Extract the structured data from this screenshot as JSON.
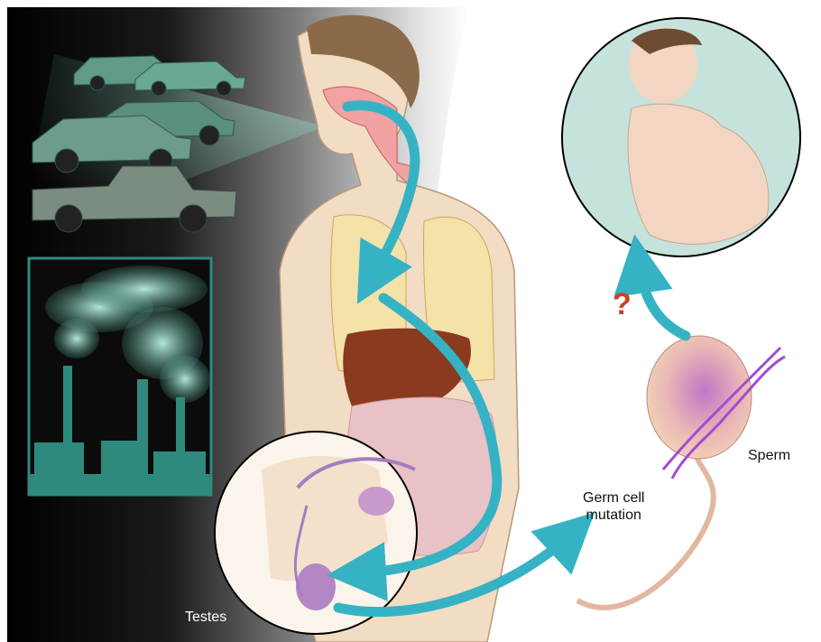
{
  "labels": {
    "testes": "Testes",
    "germ_cell_mutation": "Germ cell\nmutation",
    "sperm": "Sperm",
    "question_mark": "?"
  },
  "colors": {
    "arrow": "#35b3c4",
    "question": "#d0401c",
    "pollution_panel_bg": "#0b0b0b",
    "smoke": "#8fcfc1",
    "factory": "#2f8a7e",
    "car_body": "#5f9a8a",
    "skin": "#f3dcc4",
    "lungs": "#f5e2a8",
    "liver": "#8a3a1e",
    "baby_bubble_bg": "#c5e2dd",
    "sperm_head": "#f0c7a6",
    "dna": "#a24bd0"
  },
  "icons": [
    "car-icon",
    "pickup-truck-icon",
    "factory-icon",
    "smoke-icon",
    "dna-helix-icon"
  ]
}
